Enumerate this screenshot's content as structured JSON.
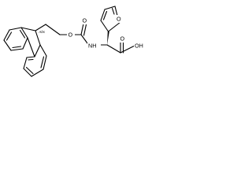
{
  "molecule": {
    "labels": {
      "ring_oxygen": "O",
      "ester_oxygen": "O",
      "carbamate_oxygen": "O",
      "amine": "NH",
      "acid_oxygen": "O",
      "hydroxyl": "OH",
      "stereo_flag": "Abs"
    }
  }
}
